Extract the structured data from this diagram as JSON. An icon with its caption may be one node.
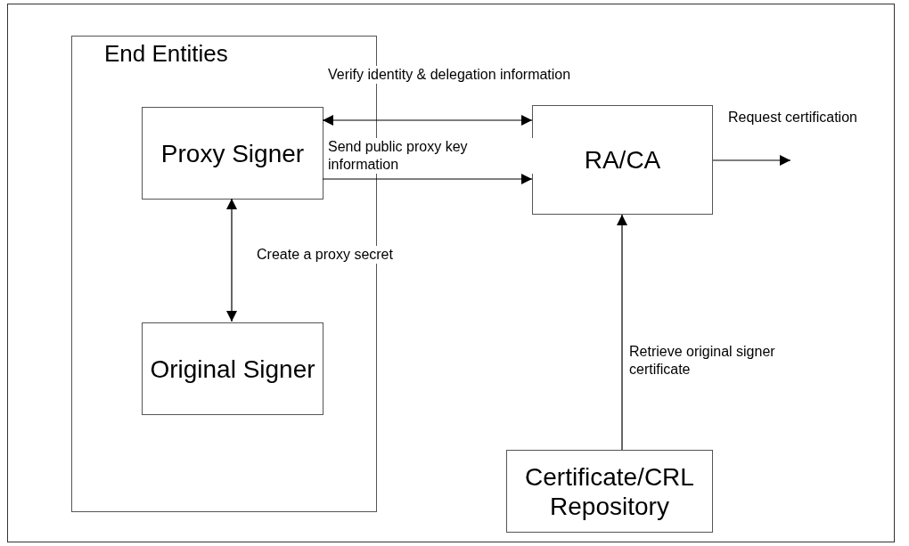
{
  "diagram": {
    "nodes": [
      {
        "text": [
          "End Entities"
        ]
      },
      {
        "text": [
          "Proxy Signer"
        ],
        "in": 0
      },
      {
        "text": [
          "Original Signer"
        ],
        "in": 0
      },
      {
        "text": [
          "RA/CA"
        ]
      },
      {
        "text": [
          "Certificate/CRL Repository"
        ]
      }
    ],
    "edges": [
      {
        "from": 1,
        "to": 3,
        "arrow": "both",
        "label": "Verify identity & delegation information"
      },
      {
        "from": 1,
        "to": 3,
        "arrow": "to",
        "label": "Send public proxy key information"
      },
      {
        "from": 1,
        "to": 2,
        "arrow": "both",
        "label": "Create a proxy secret"
      },
      {
        "from": 3,
        "to": null,
        "arrow": "to",
        "label": "Request certification"
      },
      {
        "from": 4,
        "to": 3,
        "arrow": "to",
        "label": "Retrieve original signer certificate"
      }
    ]
  }
}
